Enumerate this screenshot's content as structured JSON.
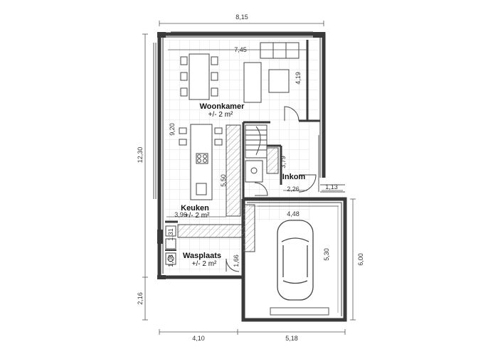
{
  "dimensions": {
    "overall_width": "8,15",
    "overall_depth": "12,30",
    "right_depth": "6,00",
    "bottom_left_depth": "2,16",
    "bottom_left_width": "4,10",
    "bottom_right_width": "5,18",
    "living_width": "7,45",
    "living_bay_depth": "4,19",
    "living_depth": "9,20",
    "kitchen_counter_length": "5,50",
    "kitchen_width": "3,96",
    "hall_depth": "3,79",
    "hall_width": "2,26",
    "side_width": "1,13",
    "laundry_upper": "1,31",
    "laundry_lower": "1,08",
    "laundry_wall": "1,66",
    "garage_width": "4,48",
    "garage_depth": "5,30"
  },
  "rooms": {
    "woonkamer": {
      "name": "Woonkamer",
      "area": "+/- 2 m²"
    },
    "keuken": {
      "name": "Keuken",
      "area": "+/- 2 m²"
    },
    "inkom": {
      "name": "Inkom"
    },
    "wasplaats": {
      "name": "Wasplaats",
      "area": "+/- 2 m²"
    }
  },
  "colors": {
    "wall": "#3a3a3a",
    "grid": "#d9d9d9",
    "line": "#555555"
  }
}
